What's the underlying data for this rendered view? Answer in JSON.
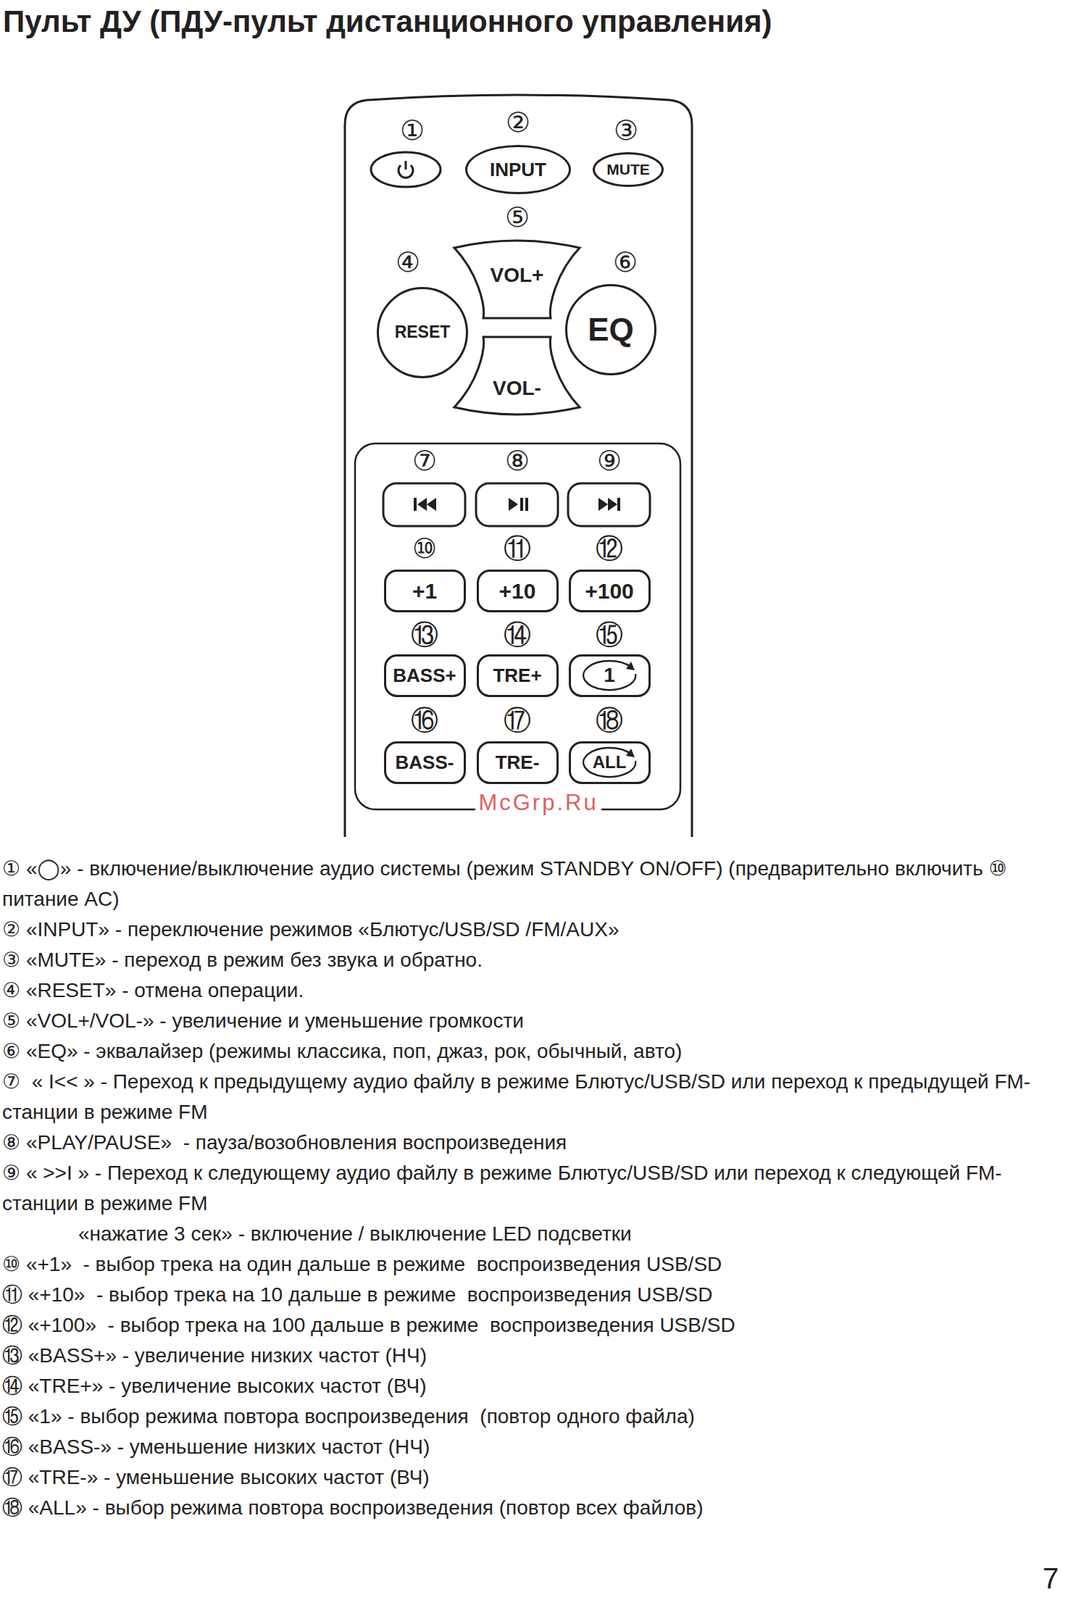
{
  "diagram": {
    "title": "Пульт ДУ (ПДУ-пульт дистанционного управления)",
    "nodes": [
      {
        "text": [
          "INPUT"
        ]
      },
      {
        "text": [
          "MUTE"
        ]
      },
      {
        "text": [
          "VOL+",
          "VOL-"
        ]
      },
      {
        "text": [
          "RESET"
        ]
      },
      {
        "text": [
          "EQ"
        ]
      },
      {
        "text": [
          "+1"
        ]
      },
      {
        "text": [
          "+10"
        ]
      },
      {
        "text": [
          "+100"
        ]
      },
      {
        "text": [
          "BASS+"
        ]
      },
      {
        "text": [
          "TRE+"
        ]
      },
      {
        "text": [
          "1"
        ]
      },
      {
        "text": [
          "BASS-"
        ]
      },
      {
        "text": [
          "TRE-"
        ]
      },
      {
        "text": [
          "ALL"
        ]
      }
    ],
    "labels": [
      "①",
      "②",
      "③",
      "④",
      "⑤",
      "⑥",
      "⑦",
      "⑧",
      "⑨",
      "⑩",
      "⑪",
      "⑫",
      "⑬",
      "⑭",
      "⑮",
      "⑯",
      "⑰",
      "⑱",
      "McGrp.Ru",
      "① «◯» - включение/выключение аудио системы (режим STANDBY ON/OFF) (предварительно включить ⑩ питание AC)",
      "② «INPUT» - переключение режимов «Блютус/USB/SD /FM/AUX»",
      "③ «MUTE» - переход в режим без звука и обратно.",
      "④ «RESET» - отмена операции.",
      "⑤ «VOL+/VOL-» - увеличение и уменьшение громкости",
      "⑥ «EQ» - эквалайзер (режимы классика, поп, джаз, рок, обычный, авто)",
      "⑦  « I<< » - Переход к предыдущему аудио файлу в режиме Блютус/USB/SD или переход к предыдущей FM-станции в режиме FM",
      "⑧ «PLAY/PAUSE»  - пауза/возобновления воспроизведения",
      "⑨ « >>I » - Переход к следующему аудио файлу в режиме Блютус/USB/SD или переход к следующей FM-станции в режиме FM",
      "«нажатие 3 сек» - включение / выключение LED подсветки",
      "⑩ «+1»  - выбор трека на один дальше в режиме  воспроизведения USB/SD",
      "⑪ «+10»  - выбор трека на 10 дальше в режиме  воспроизведения USB/SD",
      "⑫ «+100»  - выбор трека на 100 дальше в режиме  воспроизведения USB/SD",
      "⑬ «BASS+» - увеличение низких частот (НЧ)",
      "⑭ «TRE+» - увеличение высоких частот (ВЧ)",
      "⑮ «1» - выбор режима повтора воспроизведения  (повтор одного файла)",
      "⑯ «BASS-» - уменьшение низких частот (НЧ)",
      "⑰ «TRE-» - уменьшение высоких частот (ВЧ)",
      "⑱ «ALL» - выбор режима повтора воспроизведения (повтор всех файлов)",
      "7"
    ]
  }
}
